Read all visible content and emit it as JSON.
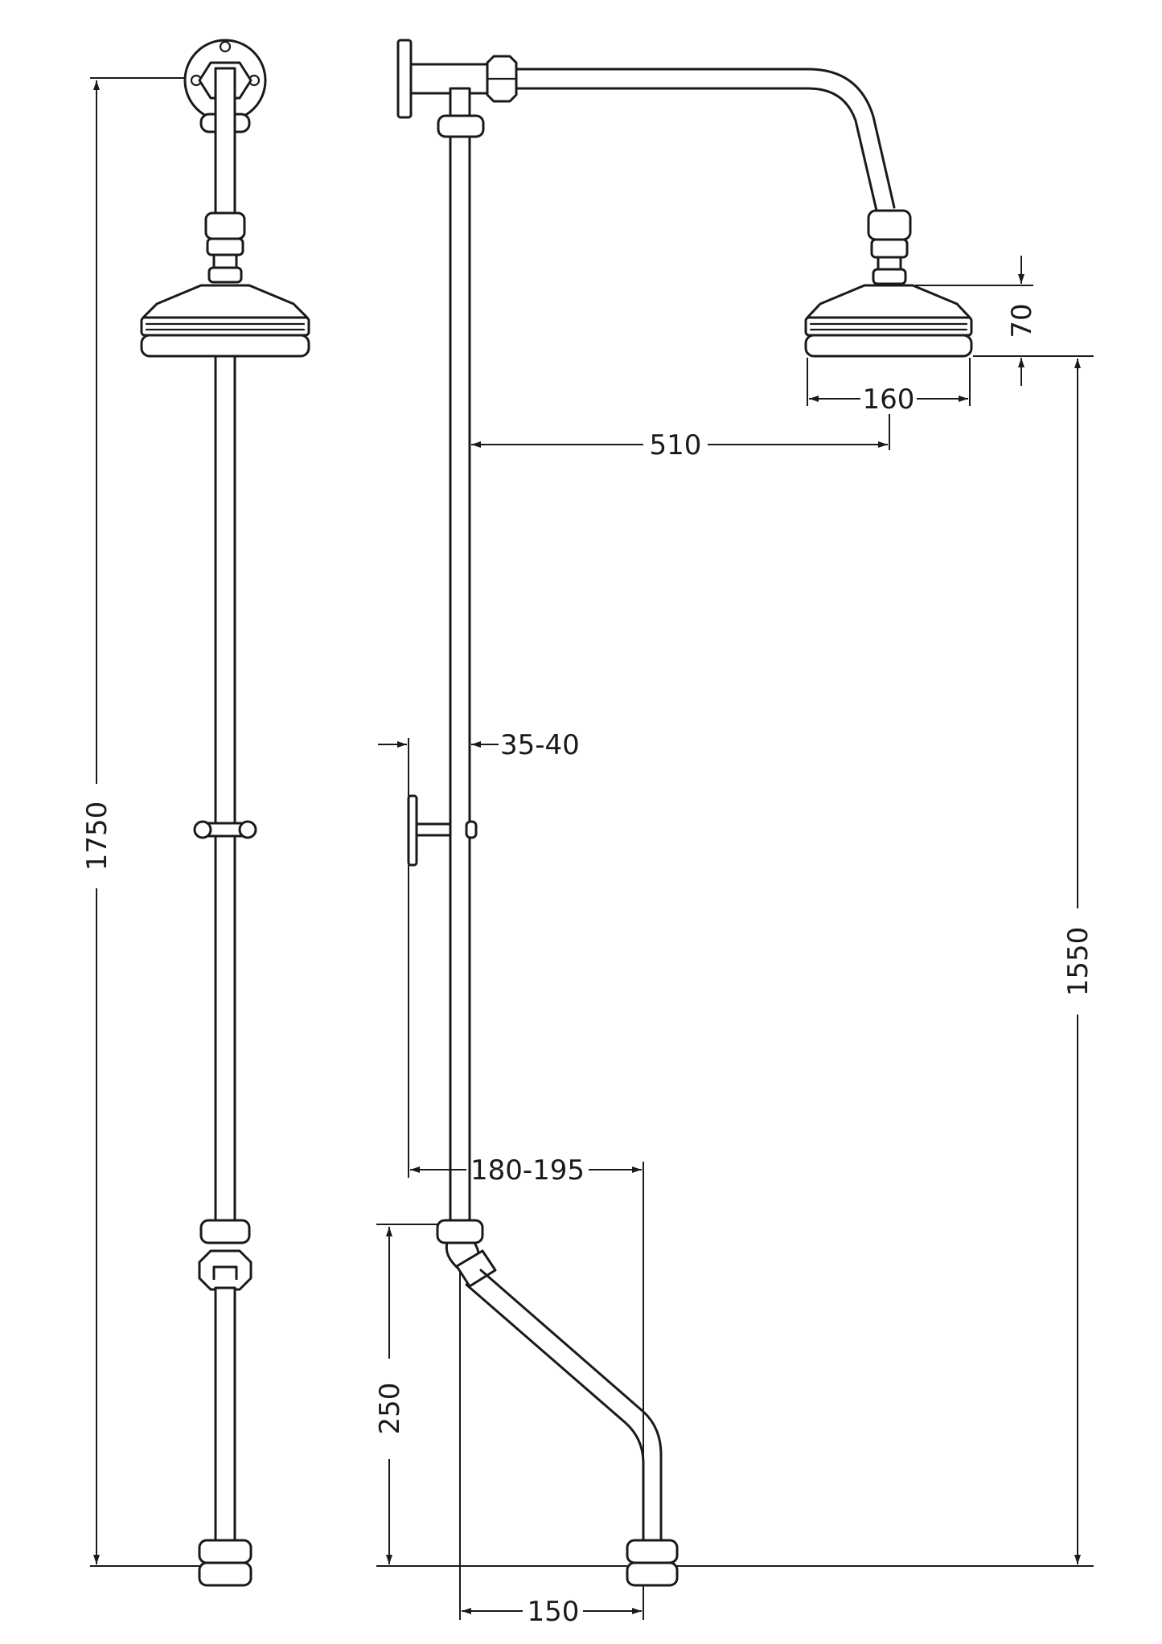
{
  "dimensions": {
    "overall_height": "1750",
    "head_to_floor": "1550",
    "head_height": "70",
    "head_diameter": "160",
    "arm_projection": "510",
    "bracket_depth": "35-40",
    "riser_offset": "180-195",
    "inlet_height": "250",
    "inlet_offset": "150"
  }
}
